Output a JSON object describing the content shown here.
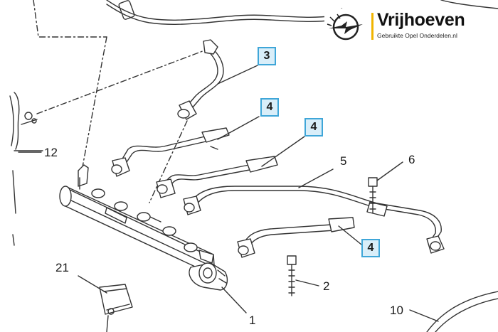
{
  "logo": {
    "brand": "Vrijhoeven",
    "tagline": "Gebruikte Opel Onderdelen.nl",
    "icon": "opel-blitz-emblem-icon",
    "accent_color": "#f0b400"
  },
  "callouts": {
    "plain": [
      "12",
      "5",
      "6",
      "21",
      "2",
      "1",
      "10"
    ],
    "boxed": [
      "3",
      "4",
      "4",
      "4"
    ]
  },
  "colors": {
    "line": "#333333",
    "box_border": "#3fa6d8",
    "box_fill": "#d9eef9"
  }
}
